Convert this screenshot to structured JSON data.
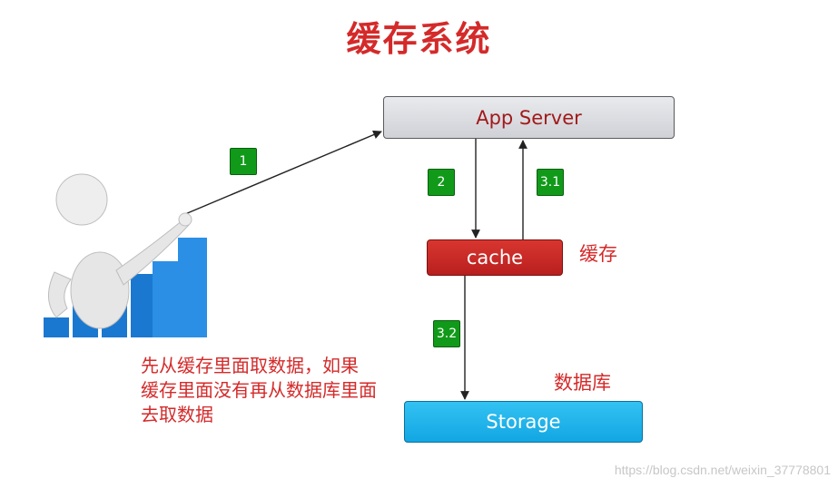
{
  "title": "缓存系统",
  "nodes": {
    "app_server": "App Server",
    "cache": "cache",
    "storage": "Storage"
  },
  "steps": {
    "s1": "1",
    "s2": "2",
    "s31": "3.1",
    "s32": "3.2"
  },
  "labels": {
    "cache_cn": "缓存",
    "db_cn": "数据库"
  },
  "description": {
    "line1": "先从缓存里面取数据，如果",
    "line2": "缓存里面没有再从数据库里面",
    "line3": "去取数据"
  },
  "watermark": "https://blog.csdn.net/weixin_37778801",
  "colors": {
    "title": "#d42a2a",
    "step_green": "#119a19",
    "cache_red": "#c62828",
    "storage_blue": "#1aaee8",
    "bar_blue": "#1b78d0"
  }
}
